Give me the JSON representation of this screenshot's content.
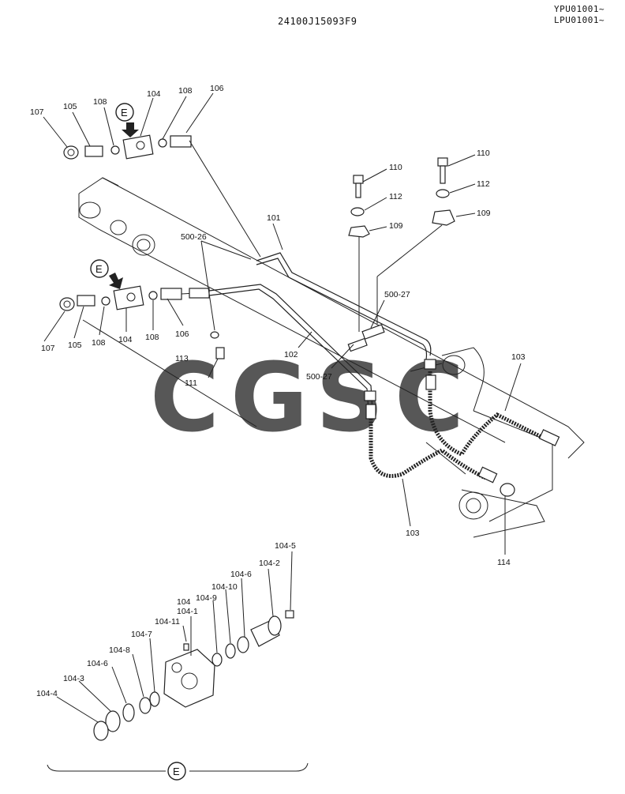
{
  "header": {
    "drawing_code": "24100J15093F9",
    "serial_1": "YPU01001~",
    "serial_2": "LPU01001~"
  },
  "labels": {
    "p107a": "107",
    "p105a": "105",
    "p108a": "108",
    "p104a": "104",
    "p108b": "108",
    "p106a": "106",
    "eA": "E",
    "eB": "E",
    "eDetail": "E",
    "p110a": "110",
    "p112a": "112",
    "p109a": "109",
    "p110b": "110",
    "p112b": "112",
    "p109b": "109",
    "p101": "101",
    "p500_26": "500-26",
    "p500_27a": "500-27",
    "p500_27b": "500-27",
    "p107b": "107",
    "p105b": "105",
    "p108c": "108",
    "p104b": "104",
    "p108d": "108",
    "p106b": "106",
    "p113": "113",
    "p111": "111",
    "p102": "102",
    "p103a": "103",
    "p103b": "103",
    "p114": "114",
    "d104_5": "104-5",
    "d104_2": "104-2",
    "d104_6a": "104-6",
    "d104_10": "104-10",
    "d104_9": "104-9",
    "d104": "104",
    "d104_1": "104-1",
    "d104_11": "104-11",
    "d104_7": "104-7",
    "d104_8": "104-8",
    "d104_6b": "104-6",
    "d104_3": "104-3",
    "d104_4": "104-4"
  },
  "watermark": {
    "letters": [
      "C",
      "G",
      "S",
      "C"
    ],
    "colors": [
      "#3b82f6",
      "#ef4444",
      "#facc15",
      "#16a34a"
    ]
  }
}
